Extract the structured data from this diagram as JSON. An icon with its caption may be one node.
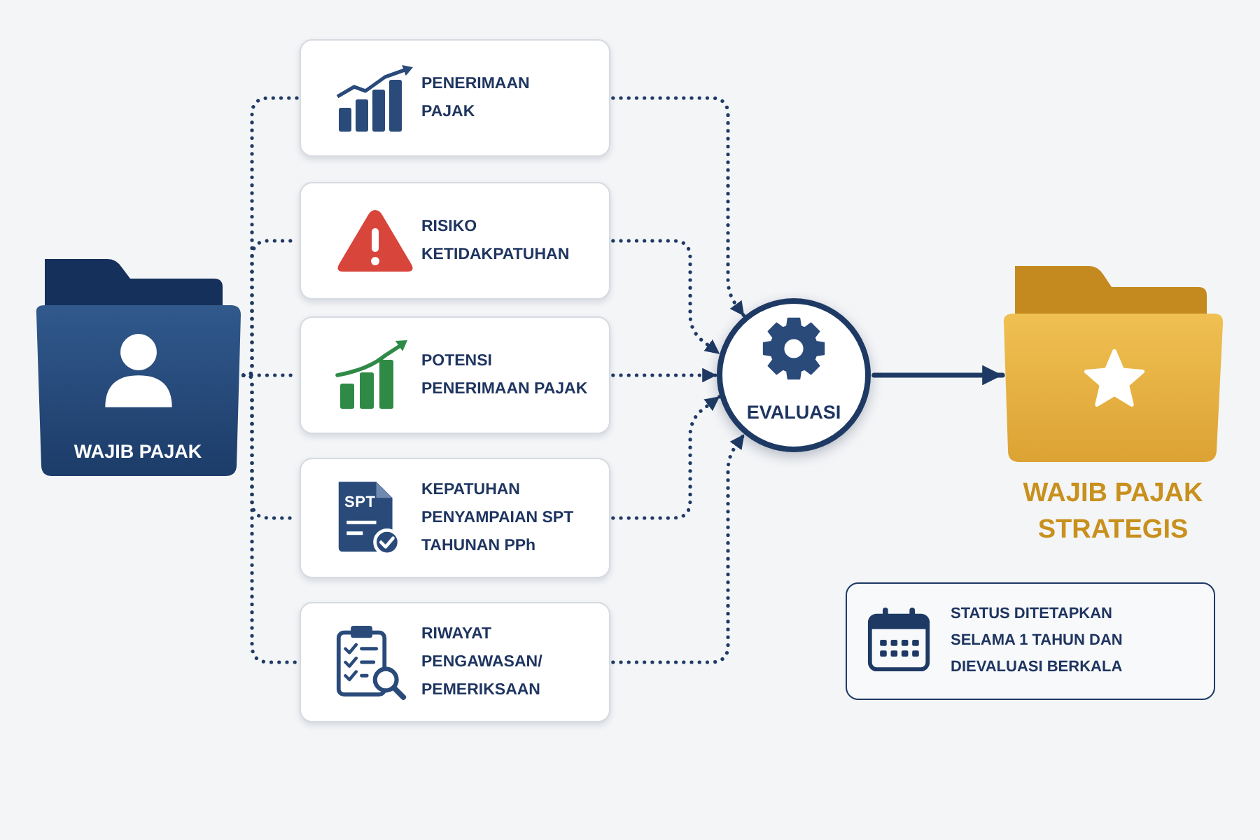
{
  "diagram": {
    "nodes": [
      {
        "text": [
          "WAJIB PAJAK"
        ]
      },
      {
        "text": [
          "PENERIMAAN PAJAK"
        ]
      },
      {
        "text": [
          "RISIKO KETIDAKPATUHAN"
        ]
      },
      {
        "text": [
          "POTENSI PENERIMAAN PAJAK"
        ]
      },
      {
        "text": [
          "SPT",
          "KEPATUHAN PENYAMPAIAN SPT TAHUNAN PPh"
        ]
      },
      {
        "text": [
          "RIWAYAT PENGAWASAN/ PEMERIKSAAN"
        ]
      },
      {
        "text": [
          "EVALUASI"
        ]
      },
      {
        "text": [
          "WAJIB PAJAK STRATEGIS"
        ]
      },
      {
        "text": [
          "STATUS DITETAPKAN SELAMA 1 TAHUN DAN DIEVALUASI BERKALA"
        ]
      }
    ],
    "edges": [
      {
        "from": 0,
        "to": 1,
        "arrow": "none",
        "style": "dashed"
      },
      {
        "from": 0,
        "to": 2,
        "arrow": "none",
        "style": "dashed"
      },
      {
        "from": 0,
        "to": 3,
        "arrow": "none",
        "style": "dashed"
      },
      {
        "from": 0,
        "to": 4,
        "arrow": "none",
        "style": "dashed"
      },
      {
        "from": 0,
        "to": 5,
        "arrow": "none",
        "style": "dashed"
      },
      {
        "from": 1,
        "to": 6,
        "arrow": "to",
        "style": "dashed"
      },
      {
        "from": 2,
        "to": 6,
        "arrow": "to",
        "style": "dashed"
      },
      {
        "from": 3,
        "to": 6,
        "arrow": "to",
        "style": "dashed"
      },
      {
        "from": 4,
        "to": 6,
        "arrow": "to",
        "style": "dashed"
      },
      {
        "from": 5,
        "to": 6,
        "arrow": "to",
        "style": "dashed"
      },
      {
        "from": 6,
        "to": 7,
        "arrow": "to"
      }
    ]
  }
}
